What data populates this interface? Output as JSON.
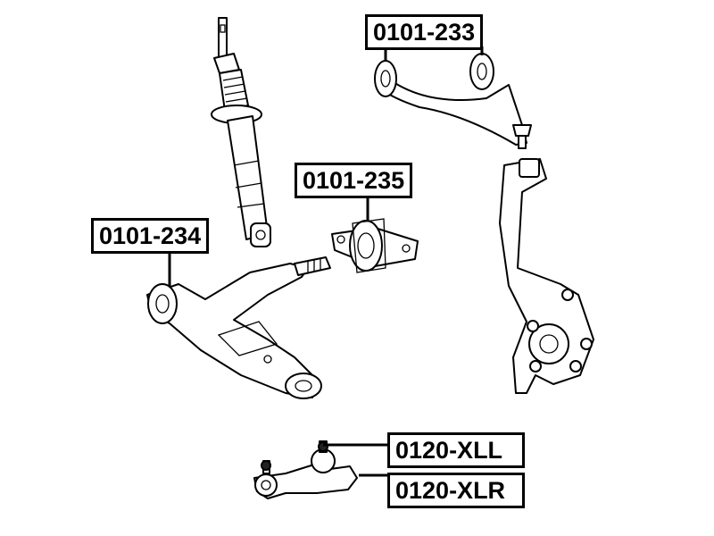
{
  "labels": {
    "upper_arm": "0101-233",
    "bushing": "0101-235",
    "lower_arm": "0101-234",
    "ball_joint_left": "0120-XLL",
    "ball_joint_right": "0120-XLR"
  }
}
